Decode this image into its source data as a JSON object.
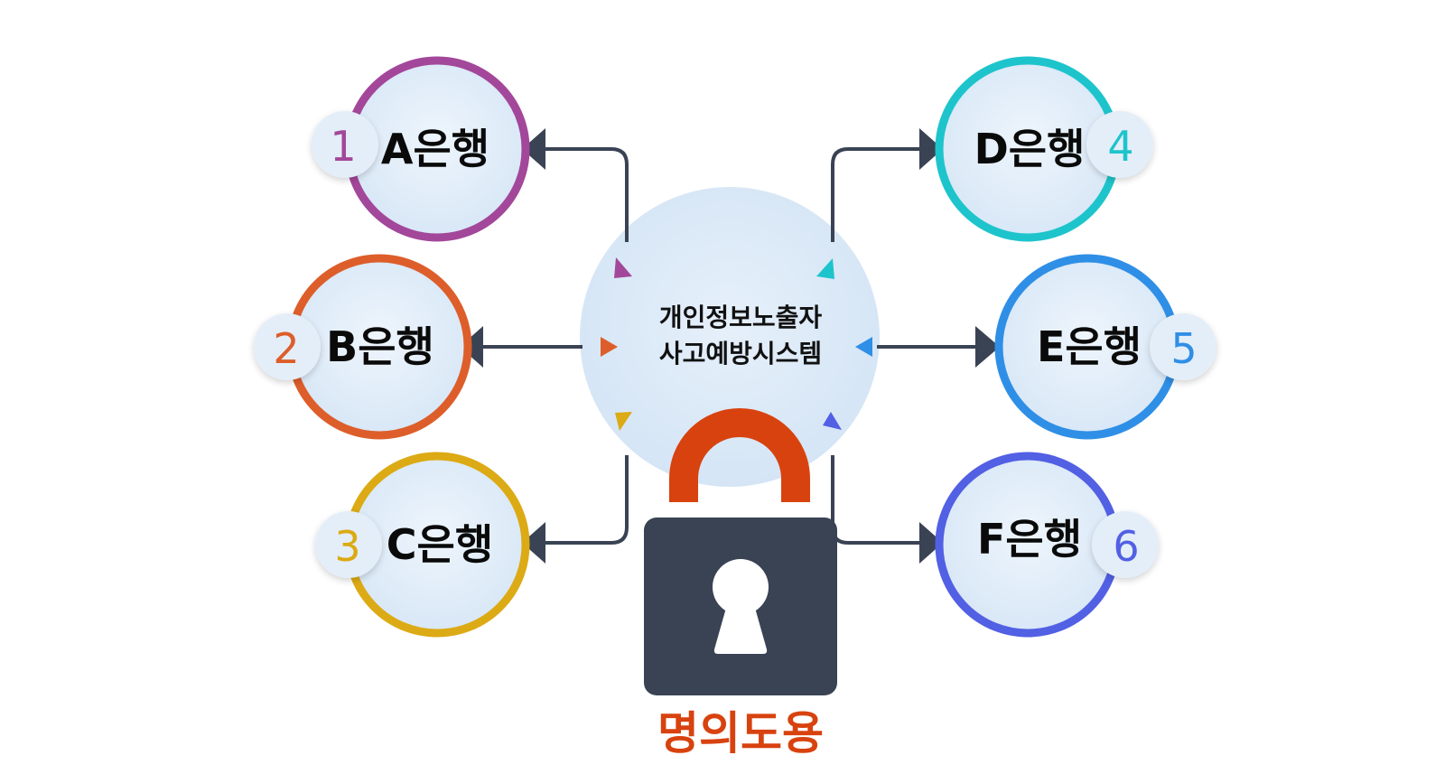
{
  "center": {
    "line1": "개인정보노출자",
    "line2": "사고예방시스템"
  },
  "banks": [
    {
      "number": "1",
      "label": "A은행",
      "color": "#a3479a"
    },
    {
      "number": "2",
      "label": "B은행",
      "color": "#dd5e2a"
    },
    {
      "number": "3",
      "label": "C은행",
      "color": "#dcaa14"
    },
    {
      "number": "4",
      "label": "D은행",
      "color": "#1ec4cc"
    },
    {
      "number": "5",
      "label": "E은행",
      "color": "#2f8fe6"
    },
    {
      "number": "6",
      "label": "F은행",
      "color": "#5260e4"
    }
  ],
  "lock": {
    "shackle_color": "#d8420f",
    "body_color": "#3a4354",
    "icon": "padlock-icon"
  },
  "bottom_label": "명의도용",
  "bottom_label_color": "#d8420f",
  "connector_color": "#3a4354"
}
